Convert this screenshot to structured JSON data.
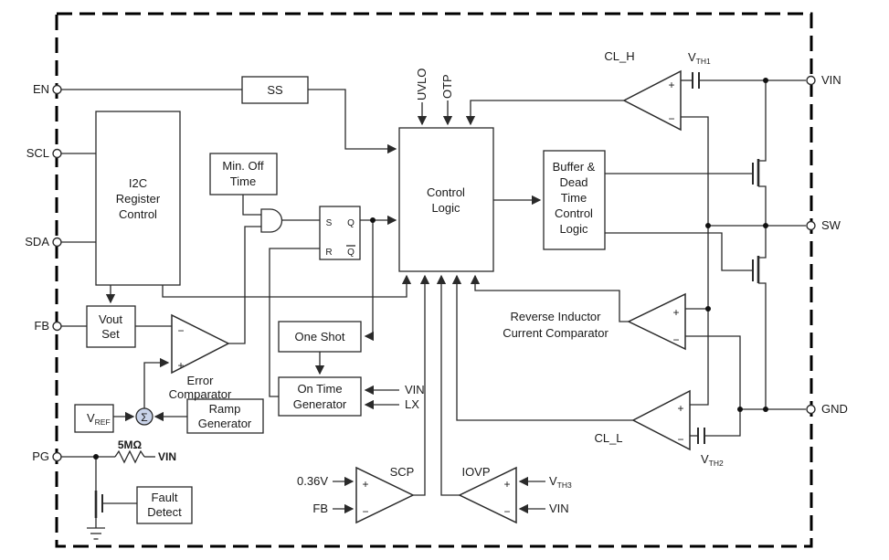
{
  "pins": {
    "left": [
      {
        "label": "EN"
      },
      {
        "label": "SCL"
      },
      {
        "label": "SDA"
      },
      {
        "label": "FB"
      },
      {
        "label": "PG"
      }
    ],
    "right": [
      {
        "label": "VIN"
      },
      {
        "label": "SW"
      },
      {
        "label": "GND"
      }
    ]
  },
  "blocks": {
    "ss": {
      "label": "SS"
    },
    "i2c": {
      "line1": "I2C",
      "line2": "Register",
      "line3": "Control"
    },
    "min_off": {
      "line1": "Min. Off",
      "line2": "Time"
    },
    "latch": {
      "s": "S",
      "q": "Q",
      "r": "R",
      "qb": "Q"
    },
    "control_logic": {
      "line1": "Control",
      "line2": "Logic"
    },
    "buffer": {
      "line1": "Buffer &",
      "line2": "Dead",
      "line3": "Time",
      "line4": "Control",
      "line5": "Logic"
    },
    "one_shot": {
      "label": "One Shot"
    },
    "on_time": {
      "line1": "On Time",
      "line2": "Generator"
    },
    "vout_set": {
      "line1": "Vout",
      "line2": "Set"
    },
    "ramp": {
      "line1": "Ramp",
      "line2": "Generator"
    },
    "vref": {
      "base": "V",
      "sub": "REF"
    },
    "fault": {
      "line1": "Fault",
      "line2": "Detect"
    }
  },
  "comparators": {
    "cl_h": {
      "label": "CL_H",
      "plus": "+",
      "minus": "−"
    },
    "reverse": {
      "line1": "Reverse Inductor",
      "line2": "Current Comparator",
      "plus": "+",
      "minus": "−"
    },
    "cl_l": {
      "label": "CL_L",
      "plus": "+",
      "minus": "−"
    },
    "error": {
      "line1": "Error",
      "line2": "Comparator",
      "plus": "+",
      "minus": "−"
    },
    "scp": {
      "label": "SCP",
      "plus": "+",
      "minus": "−"
    },
    "iovp": {
      "label": "IOVP",
      "plus": "+",
      "minus": "−"
    }
  },
  "signals": {
    "uvlo": "UVLO",
    "otp": "OTP",
    "vth1": {
      "base": "V",
      "sub": "TH1"
    },
    "vth2": {
      "base": "V",
      "sub": "TH2"
    },
    "vth3": {
      "base": "V",
      "sub": "TH3"
    },
    "ontime_vin": "VIN",
    "ontime_lx": "LX",
    "scp_ref": "0.36V",
    "scp_fb": "FB",
    "iovp_vin": "VIN",
    "pg_resistor": "5MΩ",
    "pg_vin": "VIN",
    "sigma": "Σ"
  }
}
